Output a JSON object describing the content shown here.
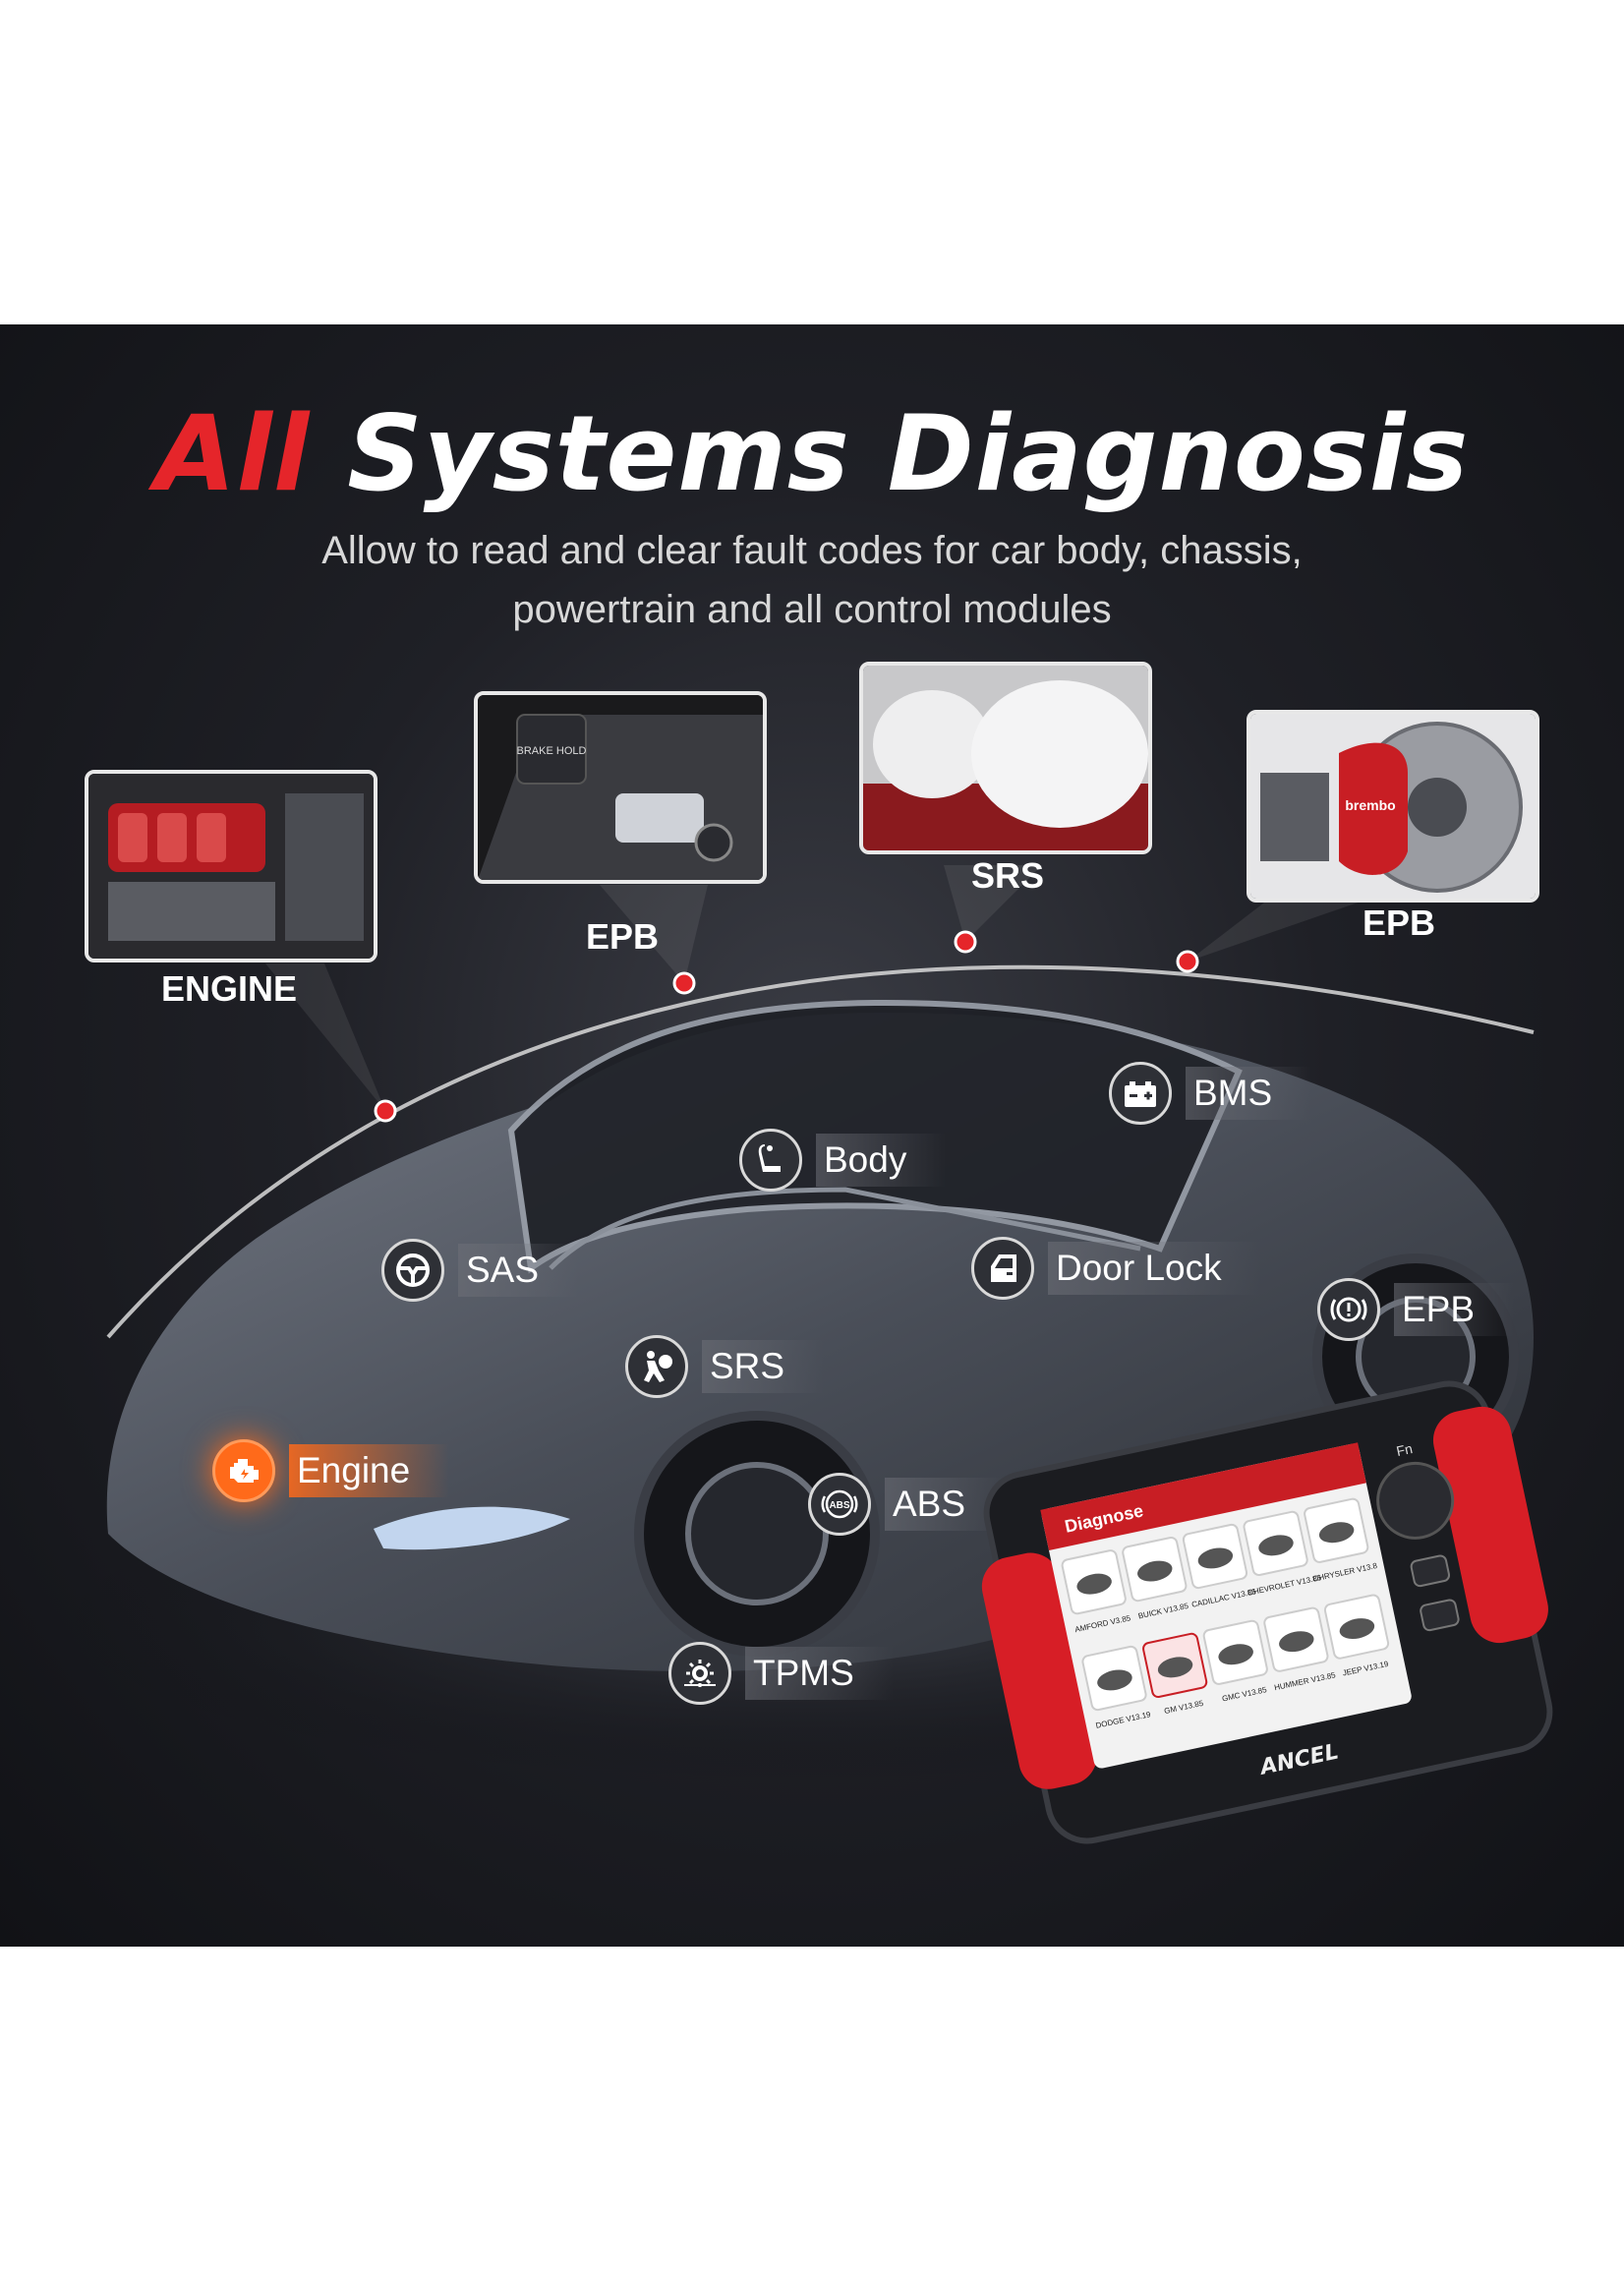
{
  "header": {
    "title_accent": "All",
    "title_rest": "Systems Diagnosis",
    "subtitle_line1": "Allow to read and clear fault codes for car  body, chassis,",
    "subtitle_line2": "powertrain and all control modules"
  },
  "modules": [
    {
      "label": "ENGINE"
    },
    {
      "label": "EPB"
    },
    {
      "label": "SRS"
    },
    {
      "label": "EPB"
    }
  ],
  "thumb_texts": {
    "brake_hold": "BRAKE HOLD",
    "brembo": "brembo"
  },
  "systems": [
    {
      "label": "BMS",
      "icon": "battery-icon"
    },
    {
      "label": "Body",
      "icon": "seat-icon"
    },
    {
      "label": "SAS",
      "icon": "steering-wheel-icon"
    },
    {
      "label": "Door Lock",
      "icon": "door-icon"
    },
    {
      "label": "EPB",
      "icon": "parking-brake-icon"
    },
    {
      "label": "SRS",
      "icon": "airbag-icon"
    },
    {
      "label": "Engine",
      "icon": "engine-icon"
    },
    {
      "label": "ABS",
      "icon": "abs-icon"
    },
    {
      "label": "TPMS",
      "icon": "tire-pressure-icon"
    }
  ],
  "device": {
    "brand": "ANCEL",
    "screen_title": "Diagnose",
    "key_fn": "Fn",
    "vehicles": [
      "AMFORD V3.85",
      "BUICK V13.85",
      "CADILLAC V13.86",
      "CHEVROLET V13.86",
      "CHRYSLER V13.8",
      "DODGE V13.19",
      "GM V13.85",
      "GMC V13.85",
      "HUMMER V13.85",
      "JEEP V13.19"
    ]
  },
  "colors": {
    "accent": "#e5252a",
    "engine_orange": "#ff6a1a",
    "background": "#1a1b20"
  }
}
